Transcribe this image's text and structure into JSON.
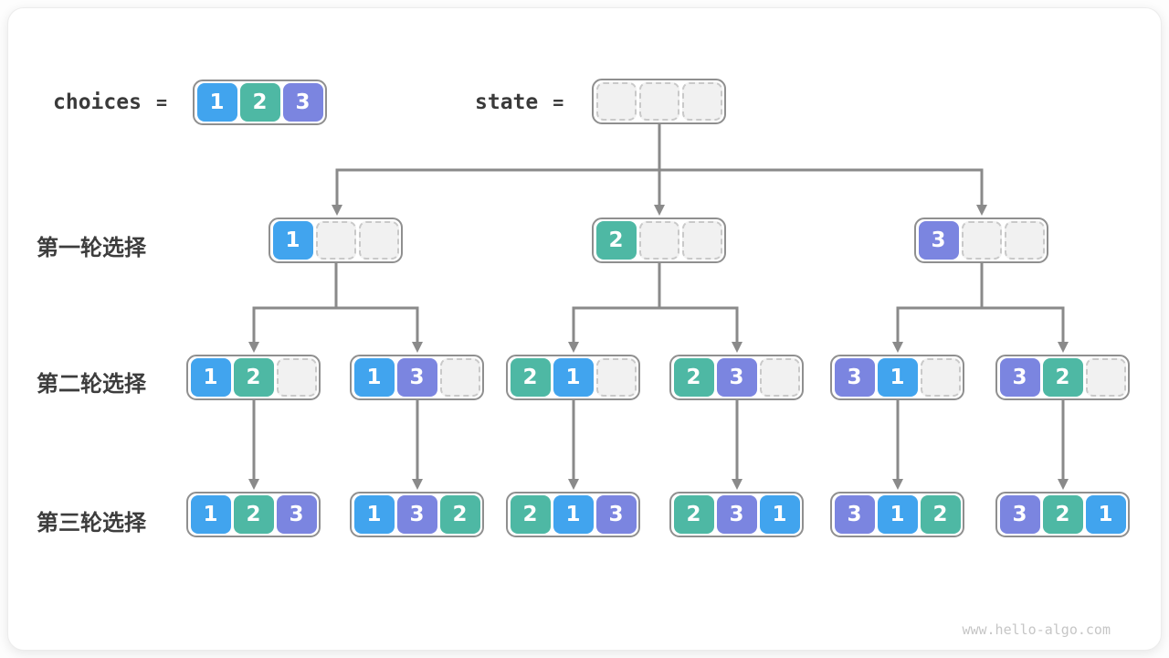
{
  "colors": {
    "1": "#41a4ee",
    "2": "#4eb8a4",
    "3": "#7b85e0",
    "arrow": "#8a8a8a",
    "node_border": "#8f8f8f",
    "empty_fill": "#f1f1f1",
    "label_text": "#3a3a3a"
  },
  "header": {
    "choices_label": "choices",
    "choices_equals": "=",
    "choices_values": [
      1,
      2,
      3
    ],
    "state_label": "state",
    "state_equals": "=",
    "state_values": [
      null,
      null,
      null
    ]
  },
  "rows": [
    {
      "label": "第一轮选择",
      "nodes": [
        [
          1,
          null,
          null
        ],
        [
          2,
          null,
          null
        ],
        [
          3,
          null,
          null
        ]
      ]
    },
    {
      "label": "第二轮选择",
      "nodes": [
        [
          1,
          2,
          null
        ],
        [
          1,
          3,
          null
        ],
        [
          2,
          1,
          null
        ],
        [
          2,
          3,
          null
        ],
        [
          3,
          1,
          null
        ],
        [
          3,
          2,
          null
        ]
      ]
    },
    {
      "label": "第三轮选择",
      "nodes": [
        [
          1,
          2,
          3
        ],
        [
          1,
          3,
          2
        ],
        [
          2,
          1,
          3
        ],
        [
          2,
          3,
          1
        ],
        [
          3,
          1,
          2
        ],
        [
          3,
          2,
          1
        ]
      ]
    }
  ],
  "footer": {
    "watermark": "www.hello-algo.com"
  }
}
